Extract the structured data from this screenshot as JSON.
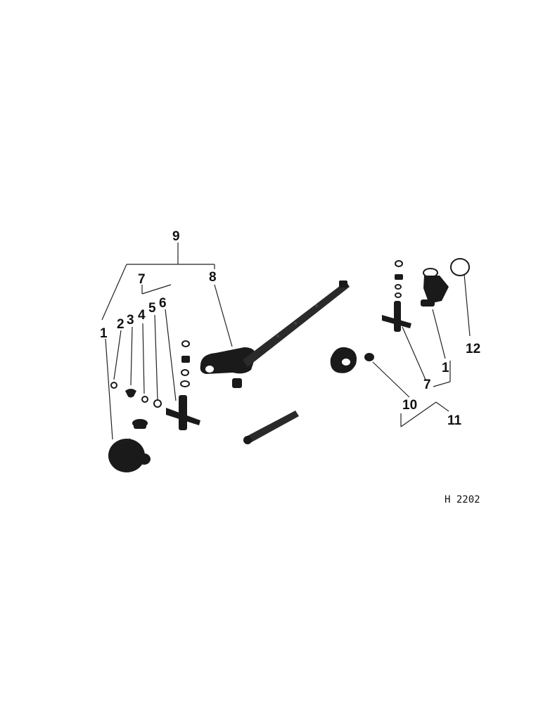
{
  "diagram": {
    "callouts": [
      {
        "id": "c9",
        "text": "9"
      },
      {
        "id": "c8",
        "text": "8"
      },
      {
        "id": "c7a",
        "text": "7"
      },
      {
        "id": "c6",
        "text": "6"
      },
      {
        "id": "c5",
        "text": "5"
      },
      {
        "id": "c4",
        "text": "4"
      },
      {
        "id": "c3",
        "text": "3"
      },
      {
        "id": "c2",
        "text": "2"
      },
      {
        "id": "c1a",
        "text": "1"
      },
      {
        "id": "c12",
        "text": "12"
      },
      {
        "id": "c1b",
        "text": "1"
      },
      {
        "id": "c7b",
        "text": "7"
      },
      {
        "id": "c10",
        "text": "10"
      },
      {
        "id": "c11",
        "text": "11"
      }
    ],
    "reference_code": "H 2202"
  }
}
